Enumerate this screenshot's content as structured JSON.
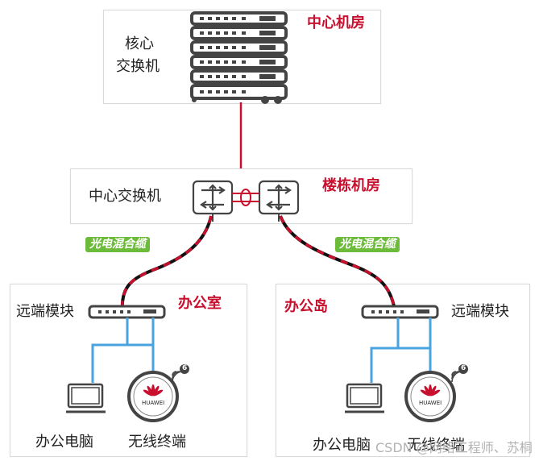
{
  "core": {
    "label_line1": "核心",
    "label_line2": "交换机",
    "room": "中心机房"
  },
  "building": {
    "switch_label": "中心交换机",
    "room": "楼栋机房"
  },
  "cable_left": "光电混合缆",
  "cable_right": "光电混合缆",
  "office_left": {
    "title": "办公室",
    "module": "远端模块",
    "pc": "办公电脑",
    "ap": "无线终端",
    "ap_brand": "HUAWEI",
    "wifi_badge": "6"
  },
  "office_right": {
    "title": "办公岛",
    "module": "远端模块",
    "pc": "办公电脑",
    "ap": "无线终端",
    "ap_brand": "HUAWEI",
    "wifi_badge": "6"
  },
  "watermark": "CSDN @网络工程师、苏桐",
  "colors": {
    "accent_red": "#c8102e",
    "cable_green": "#6dbb3a",
    "link_blue": "#4aa3df"
  }
}
